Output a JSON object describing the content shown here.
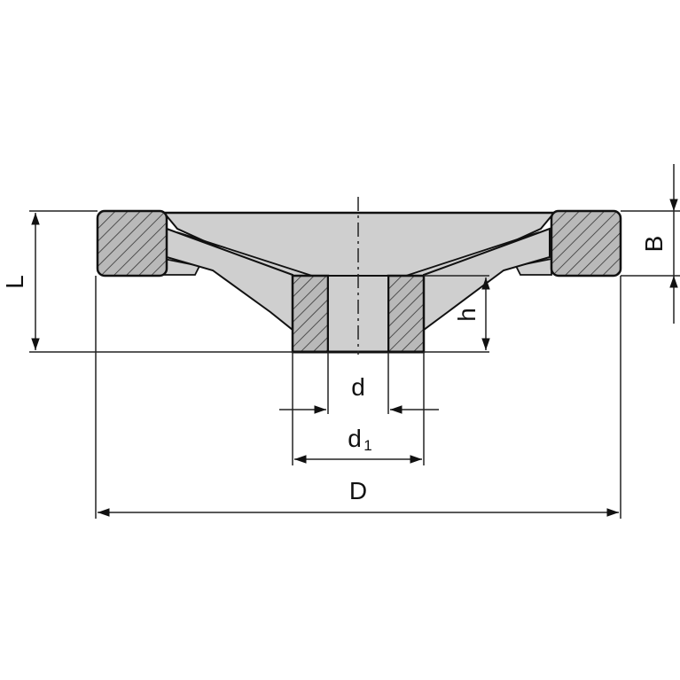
{
  "labels": {
    "L": "L",
    "B": "B",
    "h": "h",
    "d": "d",
    "d1_base": "d",
    "d1_sub": "1",
    "D": "D"
  },
  "colors": {
    "body_fill": "#cfcfcf",
    "section_fill": "#b9b9b9",
    "outline": "#111111",
    "hatch": "#333333",
    "background": "#ffffff"
  }
}
